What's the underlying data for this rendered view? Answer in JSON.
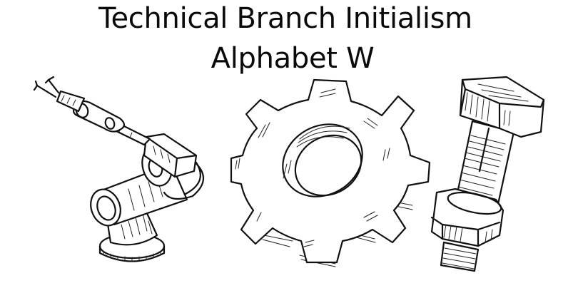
{
  "title": {
    "line1": "Technical Branch Initialism",
    "line2": "Alphabet W"
  },
  "illustrations": [
    {
      "name": "robot-arm",
      "description": "Line-art industrial robotic arm with gripper"
    },
    {
      "name": "gear",
      "description": "Line-art 8-tooth cog wheel"
    },
    {
      "name": "bolt-and-nut",
      "description": "Line-art hex bolt with threaded shaft and hex nut"
    }
  ],
  "colors": {
    "background": "#ffffff",
    "ink": "#111111"
  }
}
